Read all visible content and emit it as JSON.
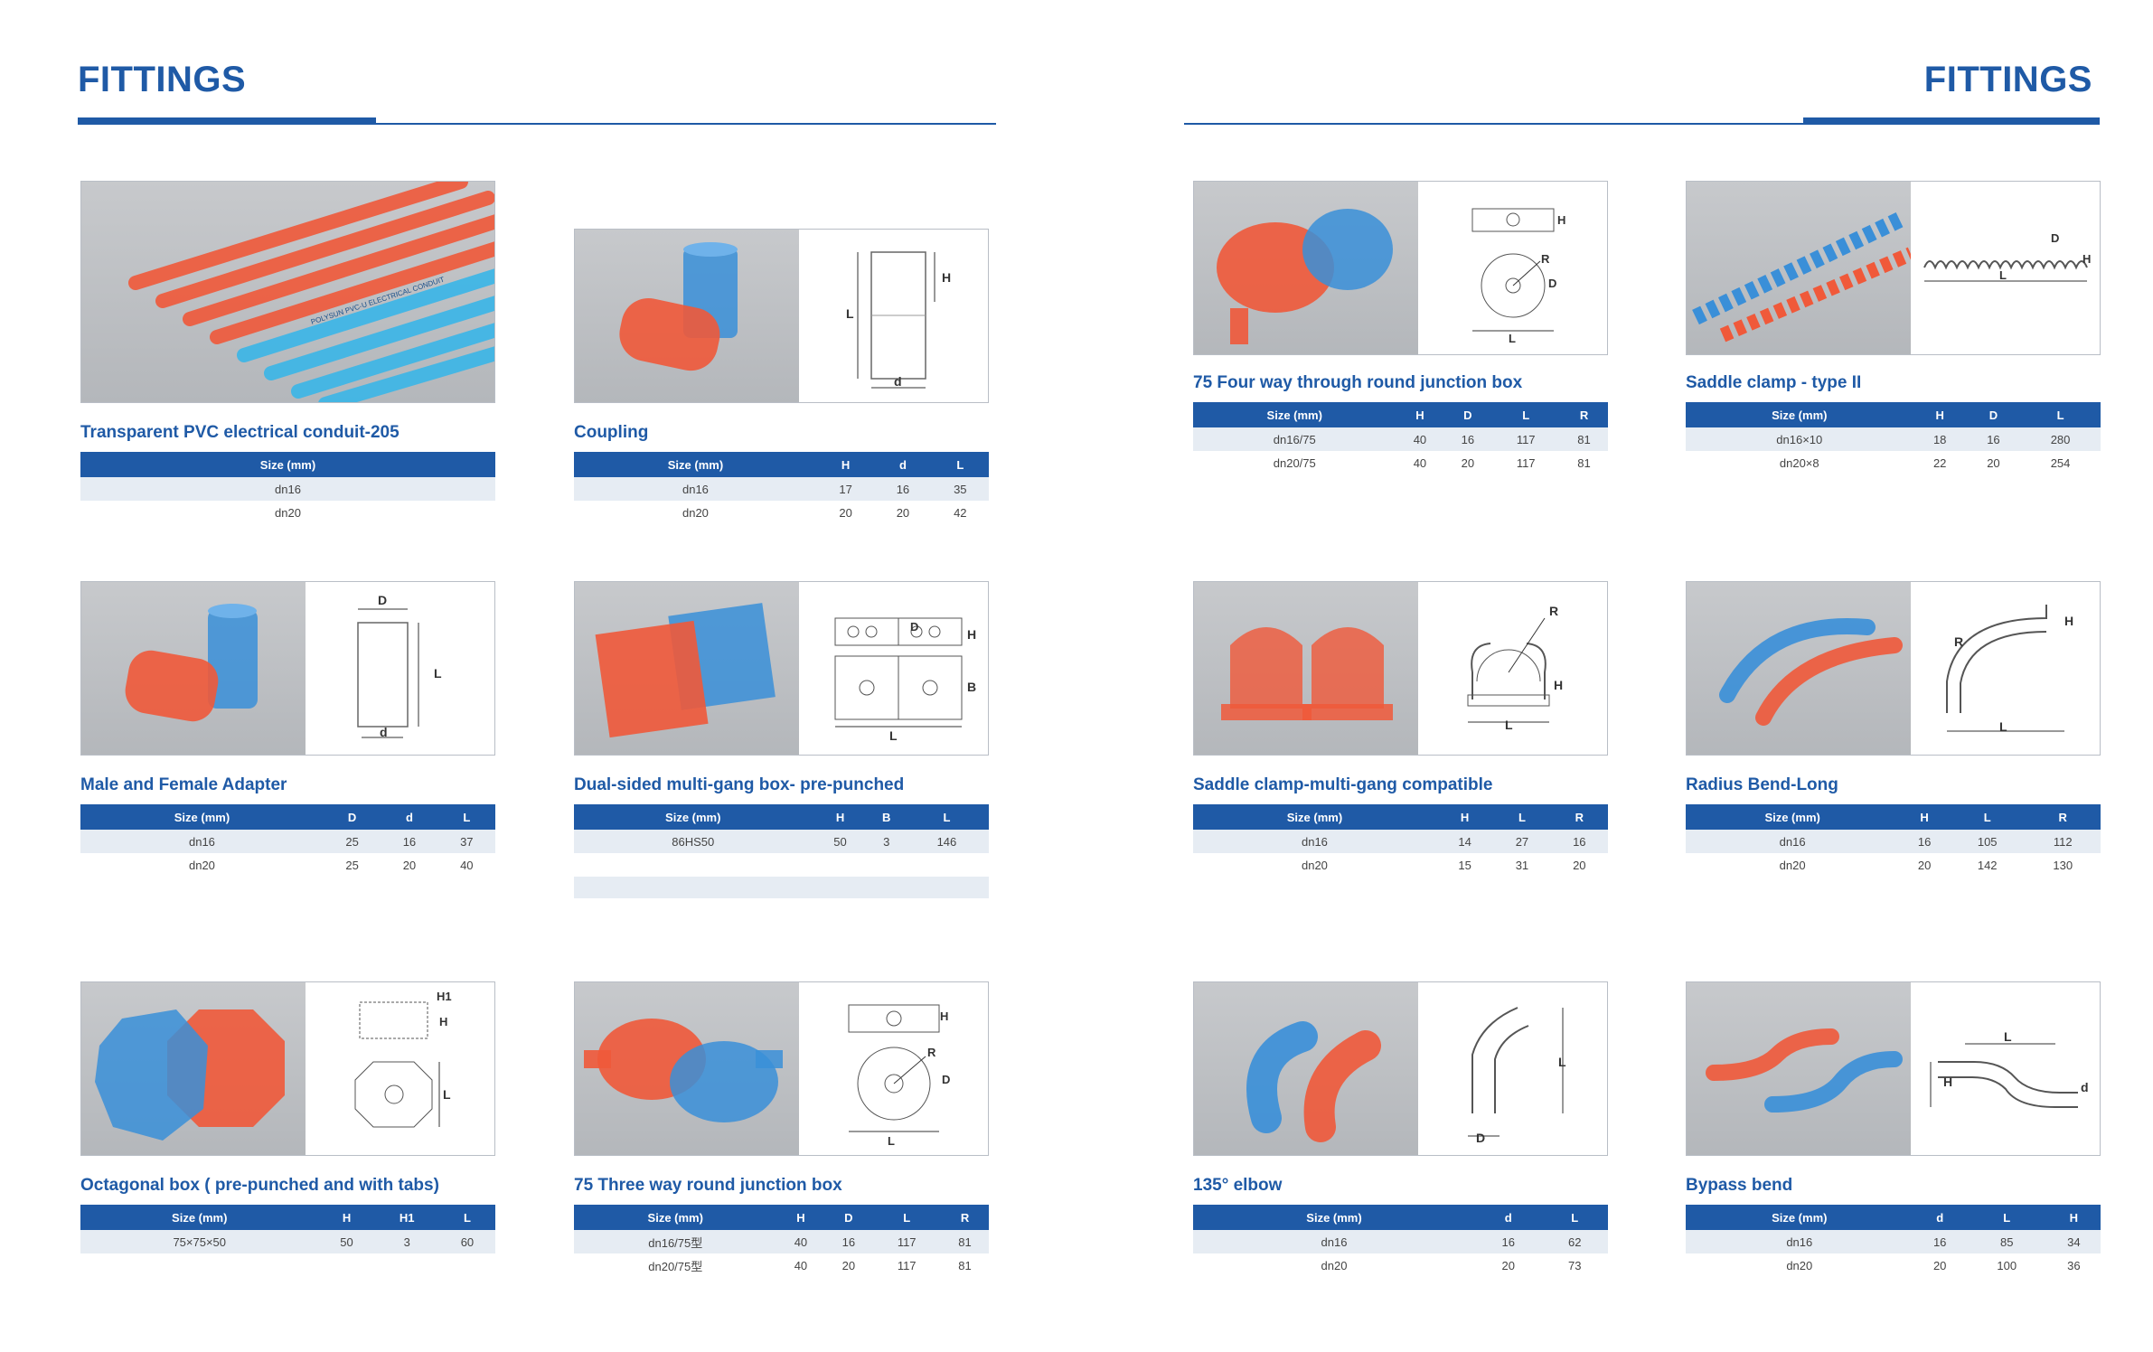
{
  "page": {
    "left_title": "FITTINGS",
    "right_title": "FITTINGS"
  },
  "colors": {
    "brand_blue": "#1f5aa6",
    "row_shade": "#e6ecf3",
    "product_red": "#f0593a",
    "product_blue": "#3a8fd8"
  },
  "products": [
    {
      "title": "Transparent PVC electrical conduit-205",
      "headers": [
        "Size (mm)"
      ],
      "rows": [
        [
          "dn16"
        ],
        [
          "dn20"
        ]
      ],
      "photo_text": "POLYSUN PVC-U ELECTRICAL CONDUIT"
    },
    {
      "title": "Coupling",
      "headers": [
        "Size (mm)",
        "H",
        "d",
        "L"
      ],
      "rows": [
        [
          "dn16",
          "17",
          "16",
          "35"
        ],
        [
          "dn20",
          "20",
          "20",
          "42"
        ]
      ],
      "dims": [
        "H",
        "L",
        "d"
      ]
    },
    {
      "title": "Male and Female Adapter",
      "headers": [
        "Size (mm)",
        "D",
        "d",
        "L"
      ],
      "rows": [
        [
          "dn16",
          "25",
          "16",
          "37"
        ],
        [
          "dn20",
          "25",
          "20",
          "40"
        ]
      ],
      "dims": [
        "D",
        "L",
        "d"
      ]
    },
    {
      "title": "Dual-sided multi-gang box- pre-punched",
      "headers": [
        "Size (mm)",
        "H",
        "B",
        "L"
      ],
      "rows": [
        [
          "86HS50",
          "50",
          "3",
          "146"
        ]
      ],
      "dims": [
        "D",
        "H",
        "B",
        "L"
      ]
    },
    {
      "title": "Octagonal box ( pre-punched and with tabs)",
      "headers": [
        "Size (mm)",
        "H",
        "H1",
        "L"
      ],
      "rows": [
        [
          "75×75×50",
          "50",
          "3",
          "60"
        ]
      ],
      "dims": [
        "H1",
        "H",
        "L"
      ]
    },
    {
      "title": "75 Three way round junction box",
      "headers": [
        "Size (mm)",
        "H",
        "D",
        "L",
        "R"
      ],
      "rows": [
        [
          "dn16/75型",
          "40",
          "16",
          "117",
          "81"
        ],
        [
          "dn20/75型",
          "40",
          "20",
          "117",
          "81"
        ]
      ],
      "dims": [
        "H",
        "R",
        "D",
        "L"
      ]
    },
    {
      "title": "75 Four way through round junction box",
      "headers": [
        "Size (mm)",
        "H",
        "D",
        "L",
        "R"
      ],
      "rows": [
        [
          "dn16/75",
          "40",
          "16",
          "117",
          "81"
        ],
        [
          "dn20/75",
          "40",
          "20",
          "117",
          "81"
        ]
      ],
      "dims": [
        "H",
        "R",
        "D",
        "L"
      ]
    },
    {
      "title": "Saddle clamp - type II",
      "headers": [
        "Size (mm)",
        "H",
        "D",
        "L"
      ],
      "rows": [
        [
          "dn16×10",
          "18",
          "16",
          "280"
        ],
        [
          "dn20×8",
          "22",
          "20",
          "254"
        ]
      ],
      "dims": [
        "D",
        "H",
        "L"
      ]
    },
    {
      "title": "Saddle clamp-multi-gang compatible",
      "headers": [
        "Size (mm)",
        "H",
        "L",
        "R"
      ],
      "rows": [
        [
          "dn16",
          "14",
          "27",
          "16"
        ],
        [
          "dn20",
          "15",
          "31",
          "20"
        ]
      ],
      "dims": [
        "R",
        "H",
        "L"
      ]
    },
    {
      "title": "Radius Bend-Long",
      "headers": [
        "Size (mm)",
        "H",
        "L",
        "R"
      ],
      "rows": [
        [
          "dn16",
          "16",
          "105",
          "112"
        ],
        [
          "dn20",
          "20",
          "142",
          "130"
        ]
      ],
      "dims": [
        "H",
        "R",
        "L"
      ]
    },
    {
      "title": "135° elbow",
      "headers": [
        "Size (mm)",
        "d",
        "L"
      ],
      "rows": [
        [
          "dn16",
          "16",
          "62"
        ],
        [
          "dn20",
          "20",
          "73"
        ]
      ],
      "dims": [
        "L",
        "D"
      ]
    },
    {
      "title": "Bypass bend",
      "headers": [
        "Size (mm)",
        "d",
        "L",
        "H"
      ],
      "rows": [
        [
          "dn16",
          "16",
          "85",
          "34"
        ],
        [
          "dn20",
          "20",
          "100",
          "36"
        ]
      ],
      "dims": [
        "L",
        "H",
        "d"
      ]
    }
  ]
}
